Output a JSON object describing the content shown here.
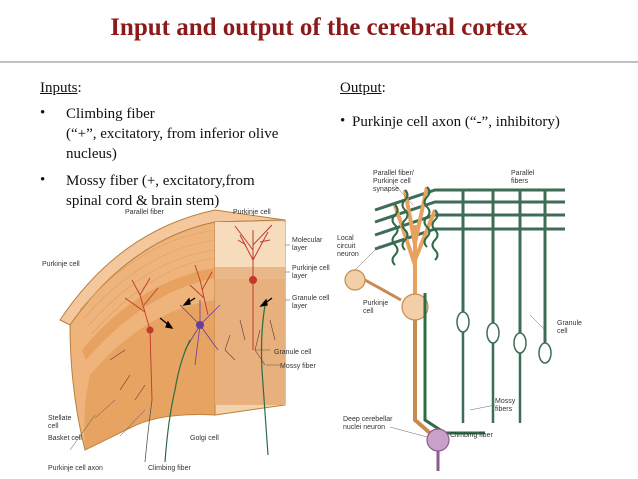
{
  "title": "Input and output of the cerebral cortex",
  "inputs": {
    "heading": "Inputs",
    "heading_suffix": ":",
    "items": [
      {
        "bullet": "•",
        "line1": "Climbing fiber",
        "line2": "(“+”, excitatory, from inferior olive",
        "line3": "nucleus)"
      },
      {
        "bullet": "•",
        "line1": "Mossy fiber (+, excitatory,from",
        "line2": "spinal cord & brain stem)"
      }
    ]
  },
  "output": {
    "heading": "Output",
    "heading_suffix": ":",
    "items": [
      {
        "bullet": "•",
        "text": "Purkinje cell axon (“-”, inhibitory)"
      }
    ]
  },
  "left_figure": {
    "labels": {
      "parallel_fiber": "Parallel fiber",
      "purkinje_cell_top": "Purkinje cell",
      "purkinje_cell_left": "Purkinje cell",
      "molecular_layer_1": "Molecular",
      "molecular_layer_2": "layer",
      "purkinje_layer_1": "Purkinje cell",
      "purkinje_layer_2": "layer",
      "granule_layer_1": "Granule cell",
      "granule_layer_2": "layer",
      "granule_cell": "Granule cell",
      "mossy_fiber": "Mossy fiber",
      "stellate_cell_1": "Stellate",
      "stellate_cell_2": "cell",
      "basket_cell": "Basket cell",
      "purkinje_axon": "Purkinje cell axon",
      "golgi_cell": "Golgi cell",
      "climbing_fiber": "Climbing fiber"
    }
  },
  "right_figure": {
    "labels": {
      "synapse_1": "Parallel fiber/",
      "synapse_2": "Purkinje cell",
      "synapse_3": "synapse",
      "parallel_fibers_1": "Parallel",
      "parallel_fibers_2": "fibers",
      "local_neuron_1": "Local",
      "local_neuron_2": "circuit",
      "local_neuron_3": "neuron",
      "purkinje_1": "Purkinje",
      "purkinje_2": "cell",
      "granule_1": "Granule",
      "granule_2": "cell",
      "mossy_1": "Mossy",
      "mossy_2": "fibers",
      "deep_nuclei_1": "Deep cerebellar",
      "deep_nuclei_2": "nuclei neuron",
      "climbing_fiber": "Climbing fiber"
    }
  },
  "colors": {
    "title": "#8b1a1a",
    "fiber_green": "#2e6b47",
    "cortex_orange": "#e8a25e",
    "cell_tan": "#f2cfa8"
  }
}
